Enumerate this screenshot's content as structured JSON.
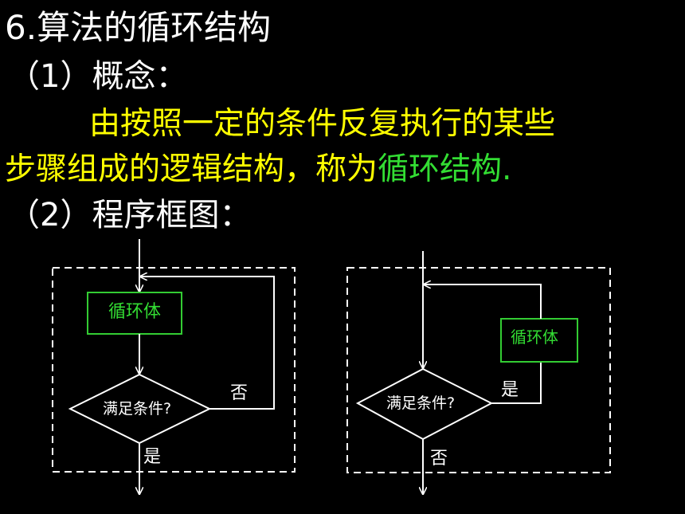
{
  "slide": {
    "title": "6.算法的循环结构",
    "concept_heading": "（1）概念：",
    "definition_line1": "由按照一定的条件反复执行的某些",
    "definition_line2_prefix": "步骤组成的逻辑结构，称为",
    "definition_term": "循环结构",
    "definition_period": ".",
    "flowchart_heading": "（2）程序框图："
  },
  "diagram_left": {
    "loop_body": "循环体",
    "condition": "满足条件?",
    "no_label": "否",
    "yes_label": "是"
  },
  "diagram_right": {
    "loop_body": "循环体",
    "condition": "满足条件?",
    "yes_label": "是",
    "no_label": "否"
  },
  "colors": {
    "background": "#000000",
    "text": "#ffffff",
    "highlight": "#ffff00",
    "term": "#33dd33",
    "box_border": "#33cc33"
  }
}
